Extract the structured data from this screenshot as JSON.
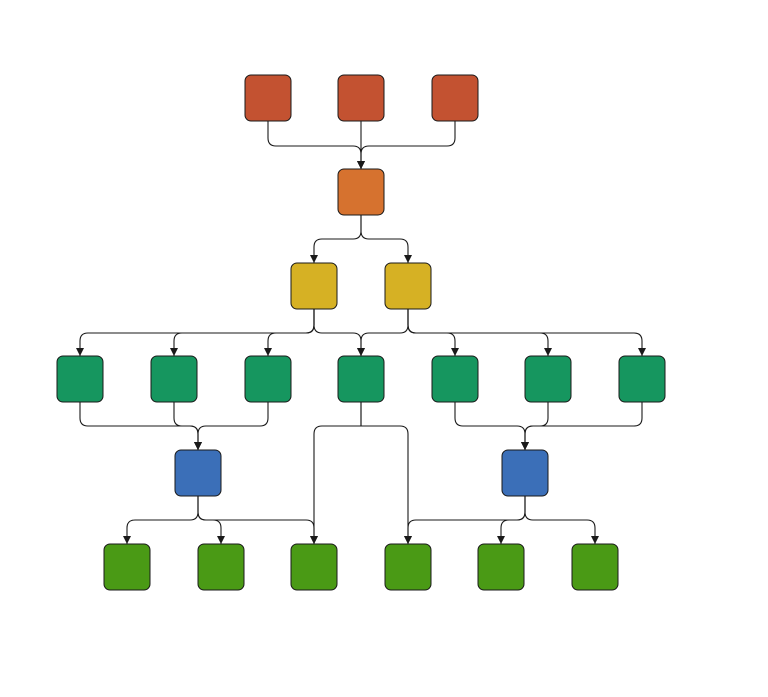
{
  "diagram": {
    "type": "layered-graph",
    "colors": {
      "background": "#ffffff",
      "edge": "#1a1a1a",
      "node_border": "#1a1a1a",
      "level_0": "#c35231",
      "level_1": "#d6722f",
      "level_2": "#d6b124",
      "level_3": "#16965f",
      "level_4": "#3b6fb8",
      "level_5": "#4a9a15"
    },
    "nodes": [
      {
        "id": "a1",
        "level": 0
      },
      {
        "id": "a2",
        "level": 0
      },
      {
        "id": "a3",
        "level": 0
      },
      {
        "id": "b1",
        "level": 1
      },
      {
        "id": "c1",
        "level": 2
      },
      {
        "id": "c2",
        "level": 2
      },
      {
        "id": "d1",
        "level": 3
      },
      {
        "id": "d2",
        "level": 3
      },
      {
        "id": "d3",
        "level": 3
      },
      {
        "id": "d4",
        "level": 3
      },
      {
        "id": "d5",
        "level": 3
      },
      {
        "id": "d6",
        "level": 3
      },
      {
        "id": "d7",
        "level": 3
      },
      {
        "id": "e1",
        "level": 4
      },
      {
        "id": "e2",
        "level": 4
      },
      {
        "id": "f1",
        "level": 5
      },
      {
        "id": "f2",
        "level": 5
      },
      {
        "id": "f3",
        "level": 5
      },
      {
        "id": "f4",
        "level": 5
      },
      {
        "id": "f5",
        "level": 5
      },
      {
        "id": "f6",
        "level": 5
      }
    ],
    "edges": [
      {
        "from": "a1",
        "to": "b1"
      },
      {
        "from": "a2",
        "to": "b1"
      },
      {
        "from": "a3",
        "to": "b1"
      },
      {
        "from": "b1",
        "to": "c1"
      },
      {
        "from": "b1",
        "to": "c2"
      },
      {
        "from": "c1",
        "to": "d1"
      },
      {
        "from": "c1",
        "to": "d2"
      },
      {
        "from": "c1",
        "to": "d3"
      },
      {
        "from": "c1",
        "to": "d4"
      },
      {
        "from": "c2",
        "to": "d4"
      },
      {
        "from": "c2",
        "to": "d5"
      },
      {
        "from": "c2",
        "to": "d6"
      },
      {
        "from": "c2",
        "to": "d7"
      },
      {
        "from": "d1",
        "to": "e1"
      },
      {
        "from": "d2",
        "to": "e1"
      },
      {
        "from": "d3",
        "to": "e1"
      },
      {
        "from": "d5",
        "to": "e2"
      },
      {
        "from": "d6",
        "to": "e2"
      },
      {
        "from": "d7",
        "to": "e2"
      },
      {
        "from": "d4",
        "to": "f3"
      },
      {
        "from": "d4",
        "to": "f4"
      },
      {
        "from": "e1",
        "to": "f1"
      },
      {
        "from": "e1",
        "to": "f2"
      },
      {
        "from": "e1",
        "to": "f3"
      },
      {
        "from": "e2",
        "to": "f4"
      },
      {
        "from": "e2",
        "to": "f5"
      },
      {
        "from": "e2",
        "to": "f6"
      }
    ]
  }
}
